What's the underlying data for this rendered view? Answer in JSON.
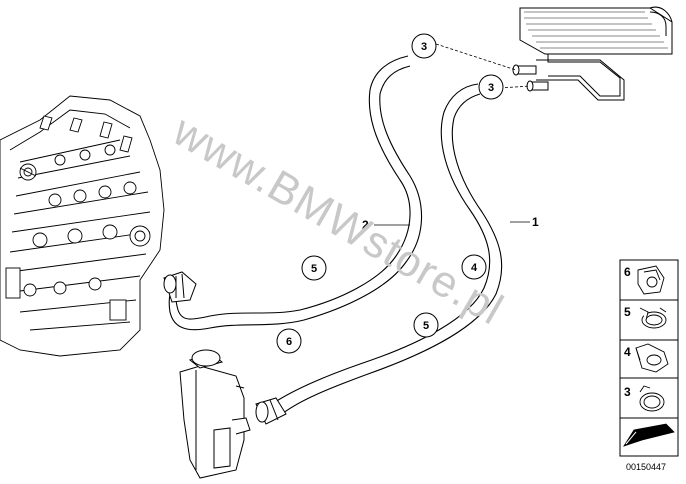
{
  "diagram": {
    "callouts": {
      "hose_1": "1",
      "hose_2": "2"
    },
    "circled_refs": {
      "top_left_3": "3",
      "top_right_3": "3",
      "hose2_5": "5",
      "hose1_4": "4",
      "hose1_5": "5",
      "lower_6": "6"
    },
    "watermark": "www.BMWstore.pl",
    "parts_key": {
      "items": [
        "6",
        "5",
        "4",
        "3"
      ]
    },
    "reference_number": "00150447"
  }
}
